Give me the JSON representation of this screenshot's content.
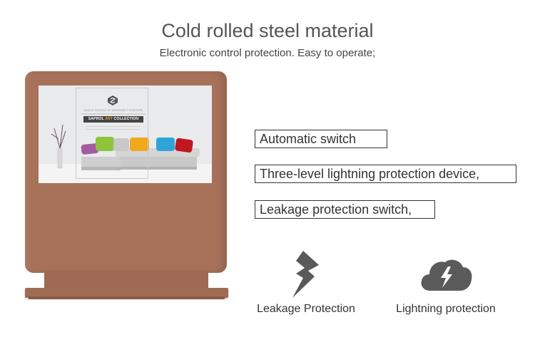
{
  "header": {
    "title": "Cold rolled steel material",
    "subtitle": "Electronic control protection. Easy to operate;"
  },
  "product": {
    "screen_ad": {
      "tagline": "SINGLE SOURCE OF DESIGNED FURNITURE",
      "collection_pre": "SAPROL ",
      "collection_accent": "ART",
      "collection_post": " COLLECTION"
    }
  },
  "callouts": [
    {
      "label": "Automatic switch"
    },
    {
      "label": "Three-level lightning protection device,"
    },
    {
      "label": "Leakage protection switch,"
    }
  ],
  "features": [
    {
      "icon": "lightning-bolt-icon",
      "label": "Leakage Protection"
    },
    {
      "icon": "cloud-lightning-icon",
      "label": "Lightning protection"
    }
  ],
  "colors": {
    "kiosk_body": "#a8715a",
    "icon_gray": "#5a5a5a"
  }
}
